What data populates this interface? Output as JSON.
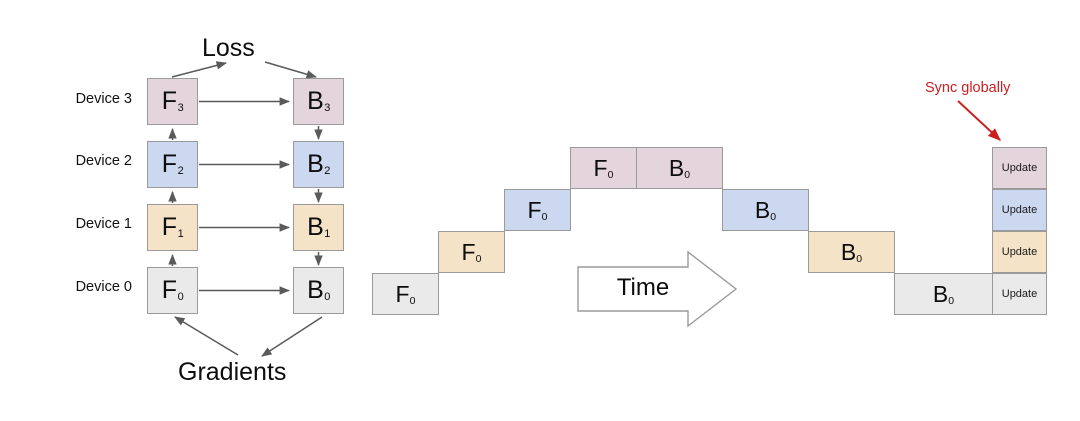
{
  "figure": {
    "title_loss": "Loss",
    "title_gradients": "Gradients",
    "time_label": "Time",
    "sync_label": "Sync globally"
  },
  "colors": {
    "purple": "#e4d5dc",
    "blue": "#ccd8f0",
    "tan": "#f5e3c8",
    "gray": "#eaeaea",
    "stroke": "#9a9a9a",
    "arrow": "#5a5a5a",
    "sync_red": "#cc2020",
    "text": "#0d0d0d"
  },
  "left_panel": {
    "device_labels": [
      "Device 3",
      "Device 2",
      "Device 1",
      "Device 0"
    ],
    "rows": [
      {
        "device": "Device 3",
        "forward": "F",
        "forward_sub": "3",
        "backward": "B",
        "backward_sub": "3",
        "color": "#e4d5dc"
      },
      {
        "device": "Device 2",
        "forward": "F",
        "forward_sub": "2",
        "backward": "B",
        "backward_sub": "2",
        "color": "#ccd8f0"
      },
      {
        "device": "Device 1",
        "forward": "F",
        "forward_sub": "1",
        "backward": "B",
        "backward_sub": "1",
        "color": "#f5e3c8"
      },
      {
        "device": "Device 0",
        "forward": "F",
        "forward_sub": "0",
        "backward": "B",
        "backward_sub": "0",
        "color": "#eaeaea"
      }
    ]
  },
  "timeline": {
    "update_label": "Update",
    "lanes": [
      {
        "device": "Device 3",
        "color": "#e4d5dc",
        "blocks": [
          {
            "label": "F",
            "sub": "0",
            "kind": "forward"
          },
          {
            "label": "B",
            "sub": "0",
            "kind": "backward"
          }
        ],
        "update": "Update"
      },
      {
        "device": "Device 2",
        "color": "#ccd8f0",
        "blocks": [
          {
            "label": "F",
            "sub": "0",
            "kind": "forward"
          },
          {
            "label": "B",
            "sub": "0",
            "kind": "backward"
          }
        ],
        "update": "Update"
      },
      {
        "device": "Device 1",
        "color": "#f5e3c8",
        "blocks": [
          {
            "label": "F",
            "sub": "0",
            "kind": "forward"
          },
          {
            "label": "B",
            "sub": "0",
            "kind": "backward"
          }
        ],
        "update": "Update"
      },
      {
        "device": "Device 0",
        "color": "#eaeaea",
        "blocks": [
          {
            "label": "F",
            "sub": "0",
            "kind": "forward"
          },
          {
            "label": "B",
            "sub": "0",
            "kind": "backward"
          }
        ],
        "update": "Update"
      }
    ]
  }
}
